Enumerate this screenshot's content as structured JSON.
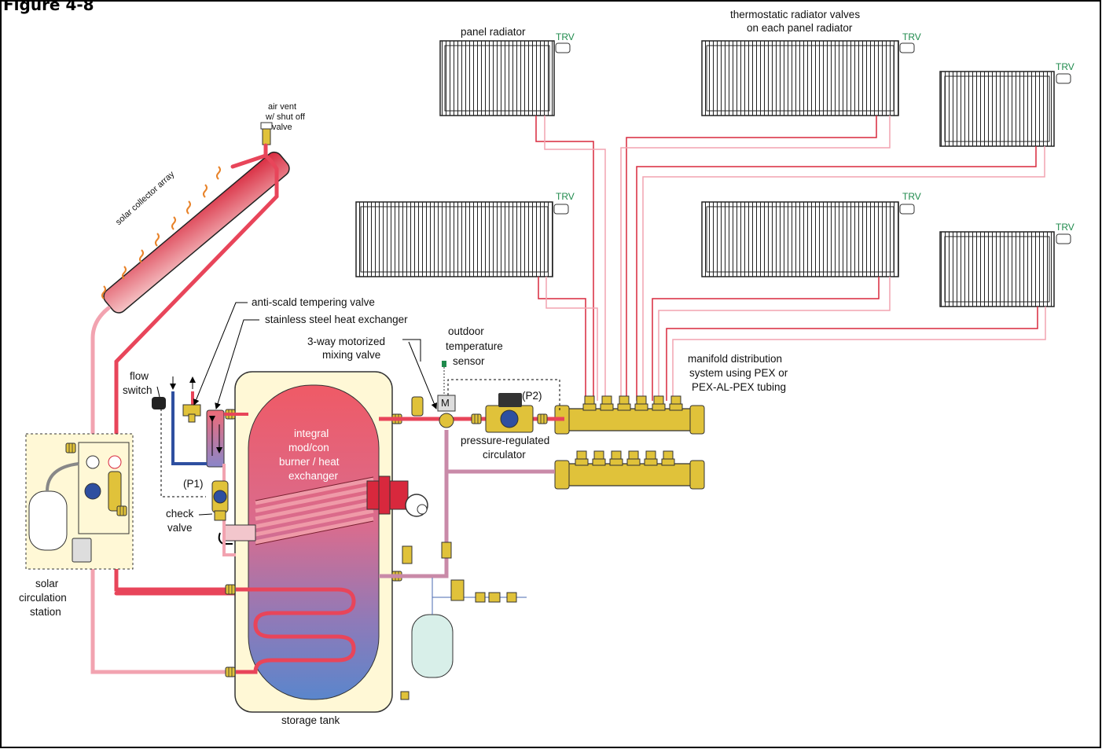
{
  "figure_label": "Figure 4-8",
  "labels": {
    "panel_radiator": "panel radiator",
    "trv_note_line1": "thermostatic radiator valves",
    "trv_note_line2": "on each panel radiator",
    "trv": "TRV",
    "air_vent_line1": "air vent",
    "air_vent_line2": "w/ shut off",
    "air_vent_line3": "valve",
    "solar_collector": "solar collector array",
    "anti_scald": "anti-scald tempering valve",
    "heat_exchanger": "stainless steel heat exchanger",
    "mixing_valve_line1": "3-way motorized",
    "mixing_valve_line2": "mixing valve",
    "outdoor_line1": "outdoor",
    "outdoor_line2": "temperature",
    "outdoor_line3": "sensor",
    "flow_switch_line1": "flow",
    "flow_switch_line2": "switch",
    "p1": "(P1)",
    "p2": "(P2)",
    "check_valve_line1": "check",
    "check_valve_line2": "valve",
    "burner_line1": "integral",
    "burner_line2": "mod/con",
    "burner_line3": "burner / heat",
    "burner_line4": "exchanger",
    "circulator_line1": "pressure-regulated",
    "circulator_line2": "circulator",
    "manifold_line1": "manifold distribution",
    "manifold_line2": "system using PEX or",
    "manifold_line3": "PEX-AL-PEX tubing",
    "solar_station_line1": "solar",
    "solar_station_line2": "circulation",
    "solar_station_line3": "station",
    "storage_tank": "storage tank",
    "motor_letter": "M"
  },
  "colors": {
    "hot": "#e8455a",
    "cool": "#f2a3b0",
    "return_mauve": "#c98aa8",
    "blue": "#2e4fa0",
    "brass": "#e0c23a",
    "trv_green": "#1f8a4c"
  }
}
